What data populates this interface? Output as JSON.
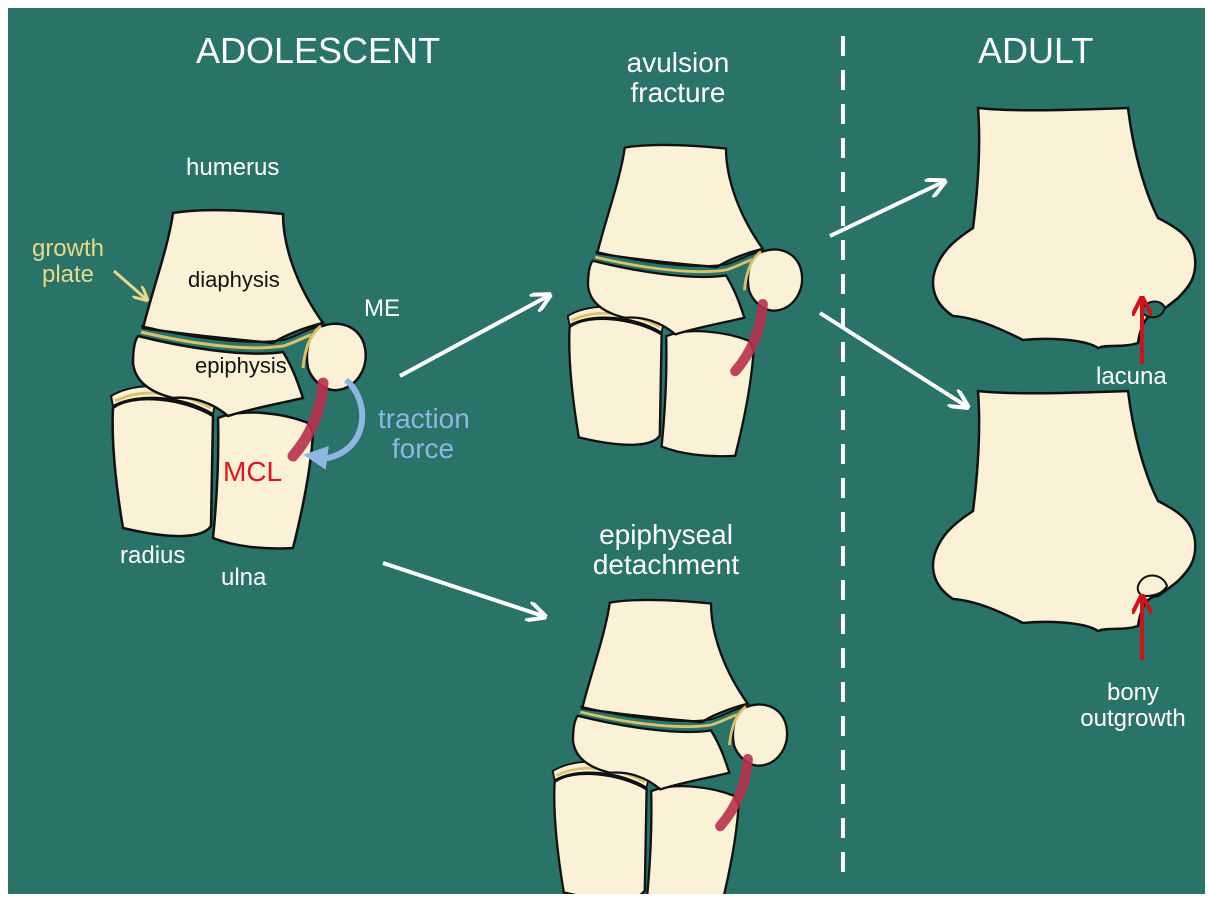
{
  "headings": {
    "adolescent": "ADOLESCENT",
    "adult": "ADULT"
  },
  "labels": {
    "humerus": "humerus",
    "growth_plate": [
      "growth",
      "plate"
    ],
    "diaphysis": "diaphysis",
    "epiphysis": "epiphysis",
    "me": "ME",
    "traction_force": [
      "traction",
      "force"
    ],
    "mcl": "MCL",
    "radius": "radius",
    "ulna": "ulna",
    "avulsion_fracture": [
      "avulsion",
      "fracture"
    ],
    "epiphyseal_detachment": [
      "epiphyseal",
      "detachment"
    ],
    "lacuna": "lacuna",
    "bony_outgrowth": [
      "bony",
      "outgrowth"
    ]
  },
  "colors": {
    "background": "#2a7369",
    "bone": "#fbf1d6",
    "outline": "#111111",
    "growth_plate_line": "#d9c36a",
    "ligament": "#b8304c",
    "traction_arrow": "#8fb6e0",
    "mcl_text": "#e0141f",
    "growth_plate_text": "#e8d88a",
    "traction_text": "#8fb6e0",
    "arrow_white": "#ffffff",
    "arrow_red": "#d0121b"
  }
}
